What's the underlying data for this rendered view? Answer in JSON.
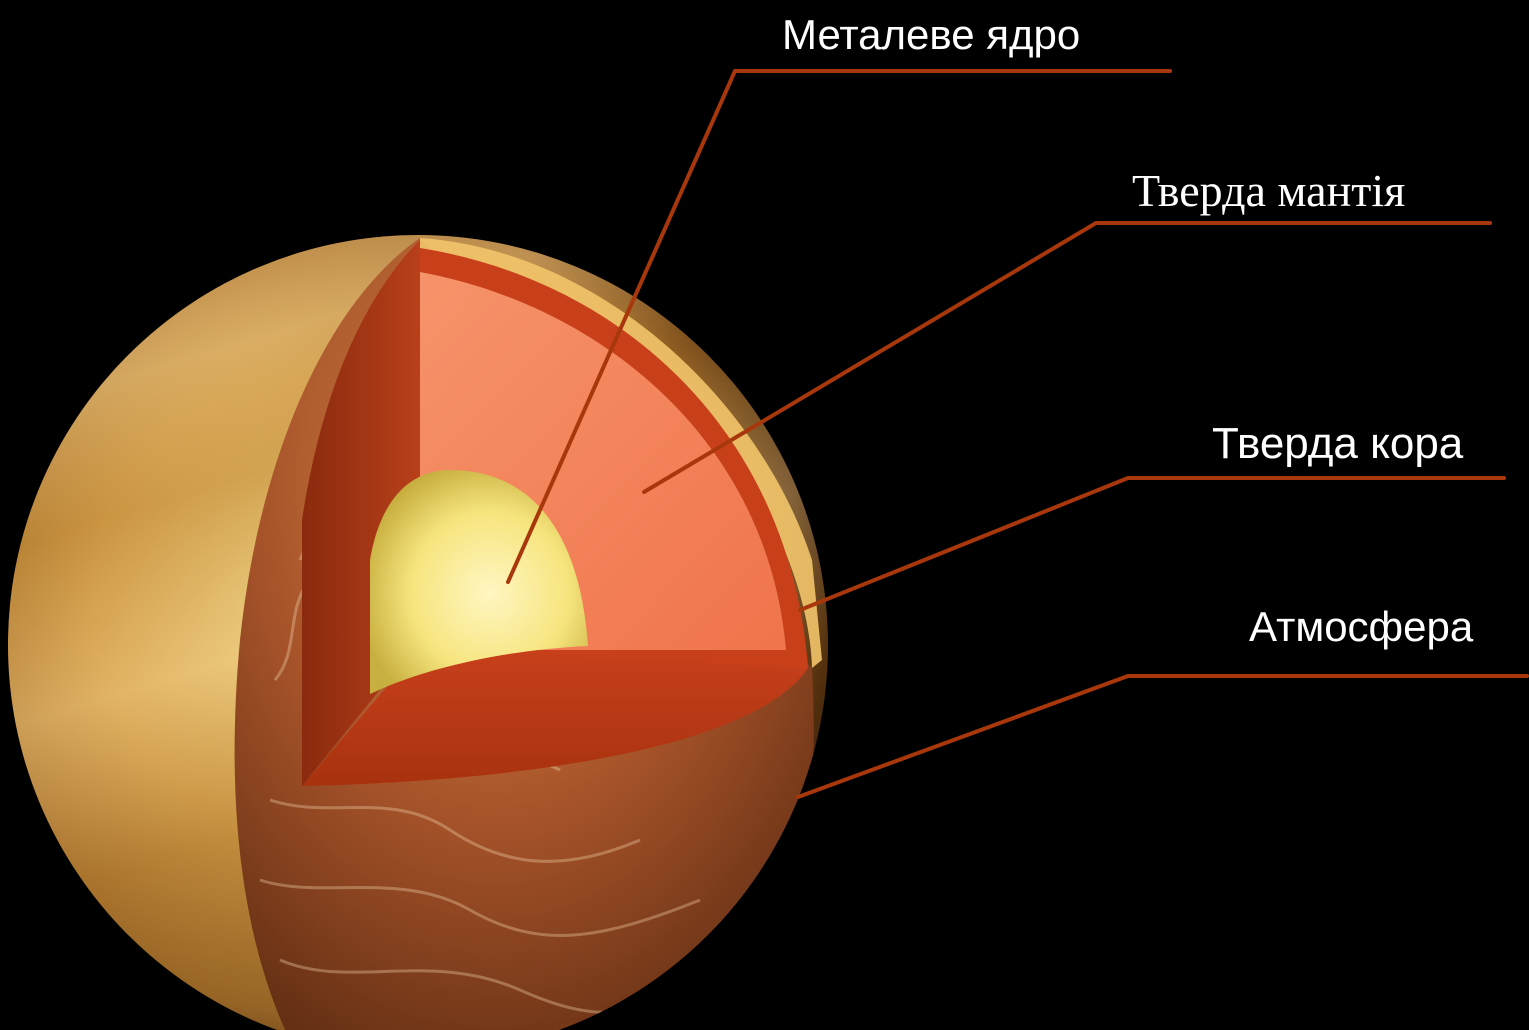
{
  "labels": {
    "core": "Металеве ядро",
    "mantle": "Тверда мантія",
    "crust": "Тверда кора",
    "atmosphere": "Атмосфера"
  },
  "colors": {
    "background": "#000000",
    "leader_line": "#a8380b",
    "label_text": "#ffffff",
    "core": "#f2e27a",
    "mantle": "#f47c52",
    "crust_layer": "#c8401a",
    "surface": "#c98a3a"
  }
}
